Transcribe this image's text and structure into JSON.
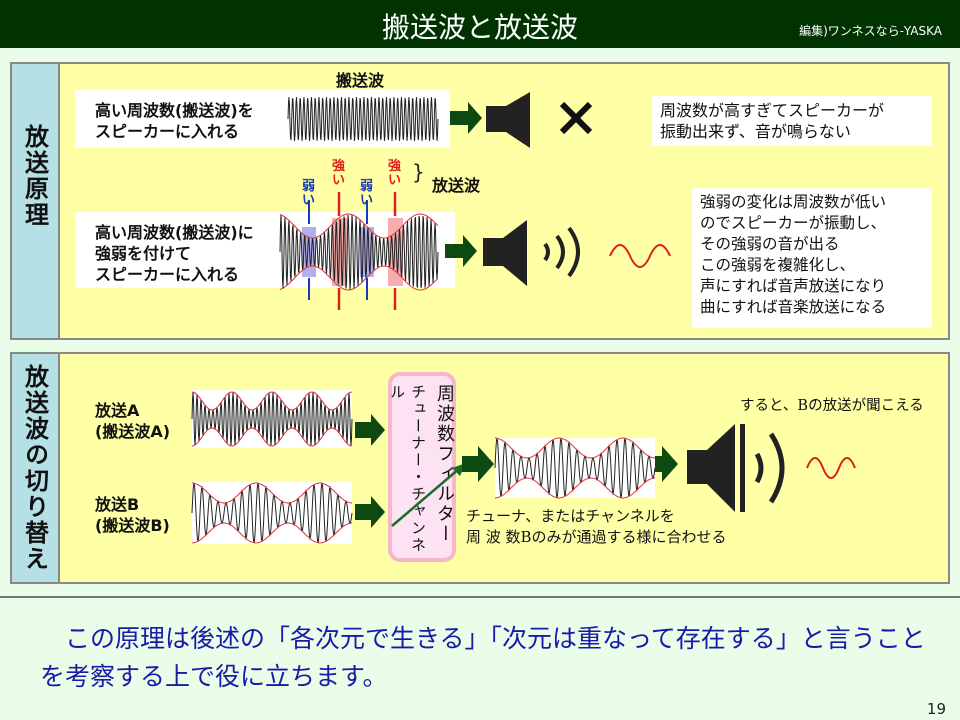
{
  "header": {
    "title": "搬送波と放送波",
    "credit": "編集)ワンネスなら-YASKA"
  },
  "principle": {
    "label": "放送原理",
    "carrier_label": "搬送波",
    "row1_text": [
      "高い周波数(搬送波)を",
      "スピーカーに入れる"
    ],
    "row1_result": [
      "周波数が高すぎてスピーカーが",
      "振動出来ず、音が鳴らない"
    ],
    "weak": "弱い",
    "strong": "強い",
    "broadcast_label": "放送波",
    "row2_text": [
      "高い周波数(搬送波)に",
      "強弱を付けて",
      "スピーカーに入れる"
    ],
    "row2_result": [
      "強弱の変化は周波数が低い",
      "のでスピーカーが振動し、",
      "その強弱の音が出る",
      "この強弱を複雑化し、",
      "声にすれば音声放送になり",
      "曲にすれば音楽放送になる"
    ]
  },
  "switching": {
    "label": "放送波の切り替え",
    "a_label": [
      "放送A",
      "(搬送波A)"
    ],
    "b_label": [
      "放送B",
      "(搬送波B)"
    ],
    "filter": [
      "周波数フィルター",
      "チューナー・チャンネル"
    ],
    "tune_text": [
      "チューナ、またはチャンネルを",
      "周 波 数Bのみが通過する様に合わせる"
    ],
    "result": "すると、Bの放送が聞こえる"
  },
  "footer": {
    "text": "　この原理は後述の「各次元で生きる」「次元は重なって存在する」と言うことを考察する上で役に立ちます。",
    "page": "19"
  },
  "colors": {
    "header": "#003300",
    "arrow": "#0d4a12",
    "panel": "#ffffa6",
    "label": "#b5e0e6",
    "strong": "#e0201c",
    "weak": "#1a3ab0"
  }
}
